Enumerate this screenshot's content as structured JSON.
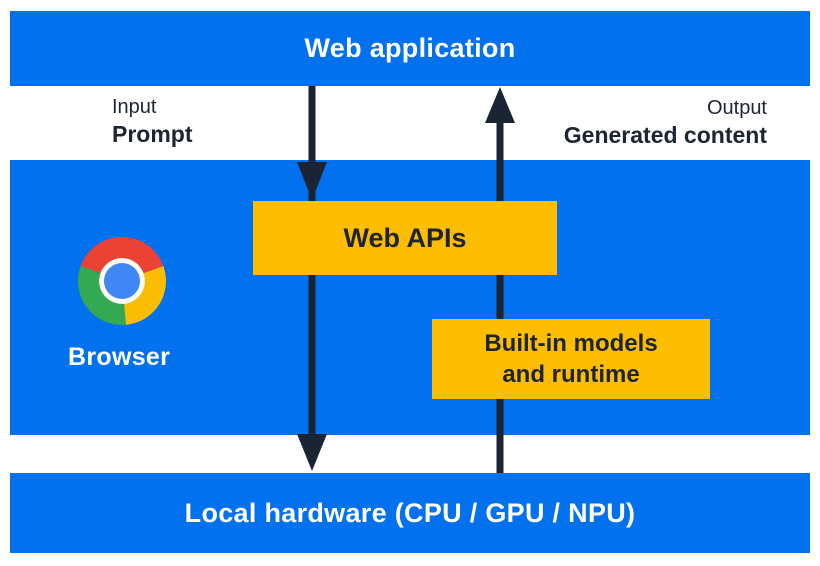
{
  "colors": {
    "blue": "#0271EE",
    "yellow": "#FDBD00",
    "arrow": "#1B2433",
    "text_dark": "#1D2433",
    "text_light": "#FFFFFF",
    "chrome_red": "#EA4335",
    "chrome_yellow": "#FBBC04",
    "chrome_green": "#34A853",
    "chrome_blue": "#4285F4"
  },
  "layers": {
    "web_application": {
      "label": "Web application"
    },
    "browser": {
      "label": "Browser",
      "web_apis": {
        "label": "Web APIs"
      },
      "builtin_models": {
        "line1": "Built-in models",
        "line2": "and runtime"
      }
    },
    "local_hardware": {
      "label": "Local hardware (CPU / GPU / NPU)"
    }
  },
  "flows": {
    "input": {
      "title": "Input",
      "value": "Prompt",
      "direction": "down"
    },
    "output": {
      "title": "Output",
      "value": "Generated content",
      "direction": "up"
    }
  },
  "icons": {
    "chrome": "chrome-logo"
  }
}
